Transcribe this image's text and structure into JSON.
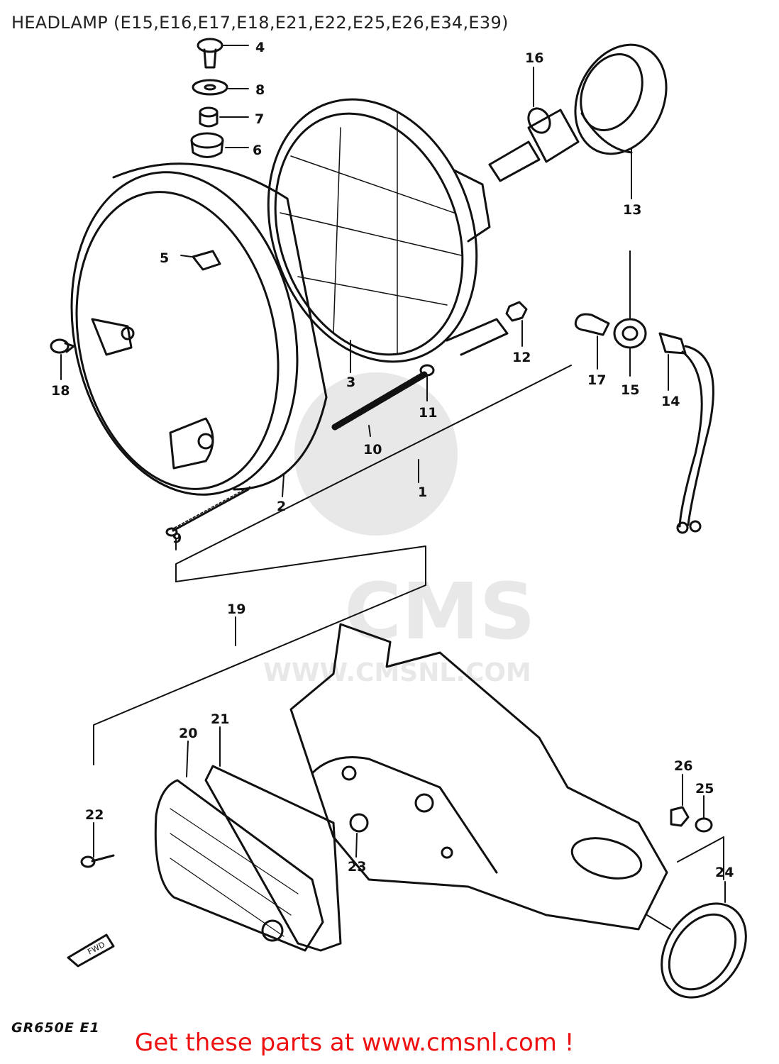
{
  "title": "HEADLAMP (E15,E16,E17,E18,E21,E22,E25,E26,E34,E39)",
  "model_code": "GR650E E1",
  "cta_text": "Get these parts at www.cmsnl.com !",
  "watermark": {
    "brand": "CMS",
    "url": "WWW.CMSNL.COM"
  },
  "direction_label": "FWD",
  "callouts": [
    "1",
    "2",
    "3",
    "4",
    "5",
    "6",
    "7",
    "8",
    "9",
    "10",
    "11",
    "12",
    "13",
    "14",
    "15",
    "16",
    "17",
    "18",
    "19",
    "20",
    "21",
    "22",
    "23",
    "24",
    "25",
    "26"
  ],
  "colors": {
    "line": "#111111",
    "cta": "#ee1111",
    "watermark": "#e6e6e6"
  }
}
